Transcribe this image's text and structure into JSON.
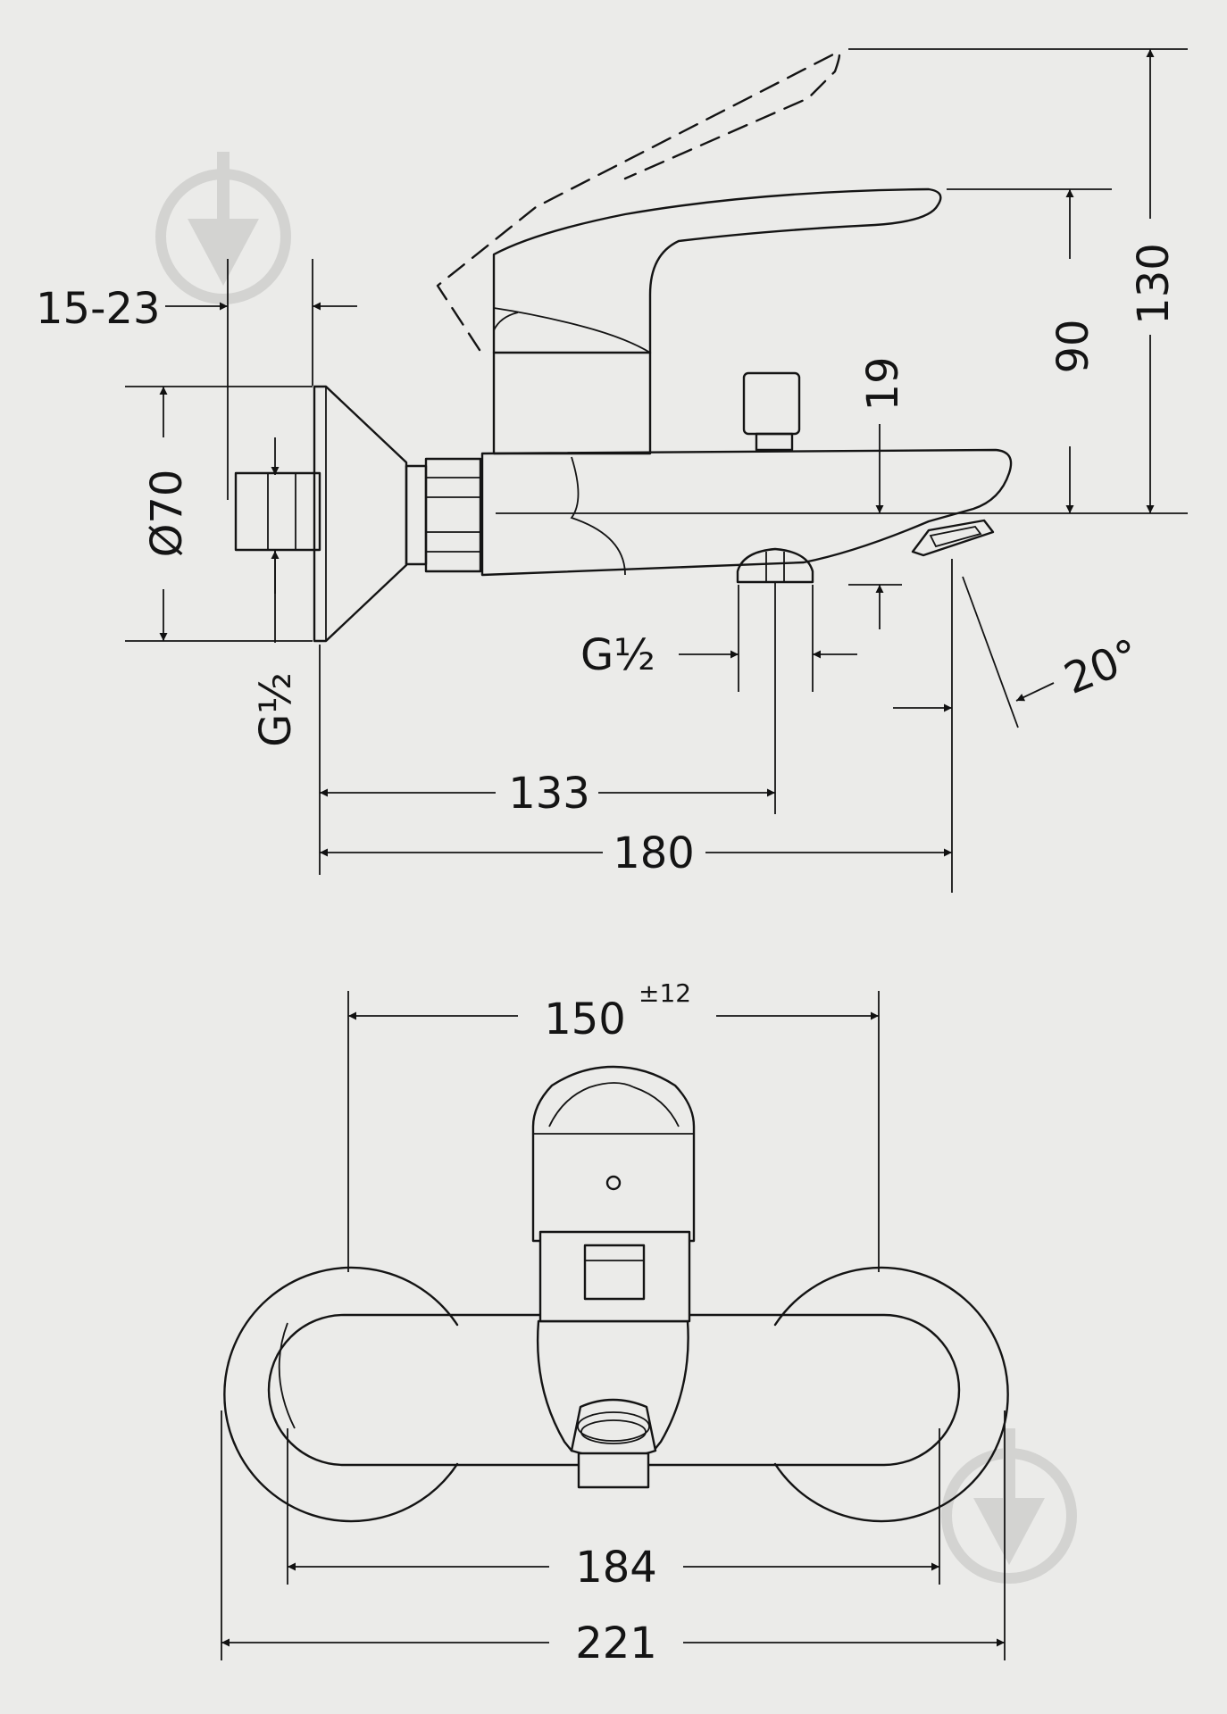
{
  "dimensions": {
    "wall_gap": "15-23",
    "rosette_diameter": "Ø70",
    "inlet_thread": "G½",
    "outlet_thread": "G½",
    "spout_drop": "19",
    "lever_height": "90",
    "total_height": "130",
    "spout_angle": "20°",
    "inlet_to_outlet": "133",
    "projection": "180",
    "centers": "150",
    "centers_tolerance": "±12",
    "body_width": "184",
    "overall_width": "221"
  },
  "colors": {
    "background": "#ebebe9",
    "line": "#141414",
    "watermark": "#d3d3d1"
  }
}
